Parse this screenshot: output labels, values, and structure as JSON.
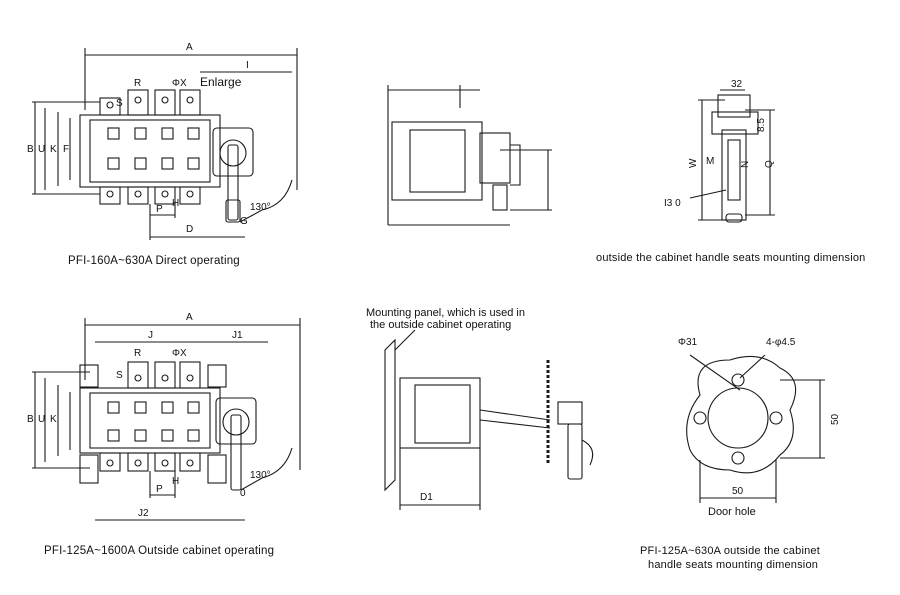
{
  "captions": {
    "top_left": "PFI-160A~630A Direct operating",
    "top_right": "outside the cabinet handle seats mounting dimension",
    "bottom_left": "PFI-125A~1600A Outside cabinet operating",
    "bottom_right_line1": "PFI-125A~630A outside the cabinet",
    "bottom_right_line2": "handle seats mounting dimension"
  },
  "labels": {
    "A": "A",
    "I": "I",
    "R": "R",
    "phiX": "ΦX",
    "enlarge": "Enlarge",
    "S": "S",
    "B": "B",
    "U": "U",
    "K": "K",
    "F": "F",
    "P": "P",
    "H": "H",
    "D": "D",
    "G": "G",
    "angle130": "130°",
    "J": "J",
    "J1": "J1",
    "J2": "J2",
    "O": "0",
    "dim32": "32",
    "dim8_5": "8.5",
    "W": "W",
    "M": "M",
    "N": "N",
    "Q": "Q",
    "dim130": "I3 0",
    "mounting_panel_line1": "Mounting panel, which is used in",
    "mounting_panel_line2": "the outside cabinet operating",
    "D1": "D1",
    "phi31": "Φ31",
    "holes": "4-φ4.5",
    "dim50_v": "50",
    "dim50_h": "50",
    "door_hole": "Door hole"
  }
}
